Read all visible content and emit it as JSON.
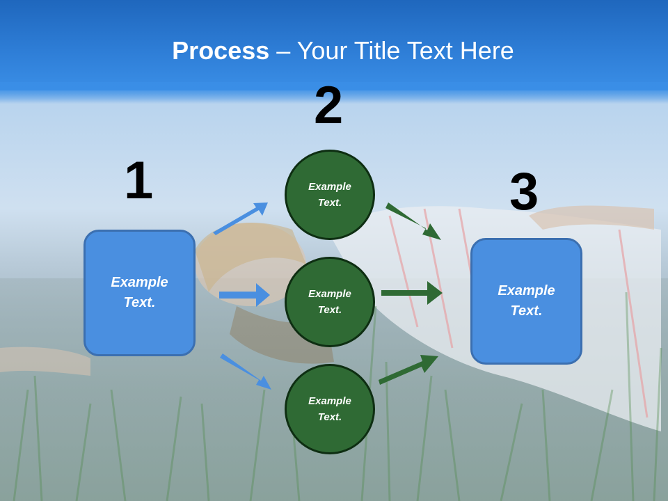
{
  "title": {
    "bold": "Process",
    "rest": " – Your Title Text Here"
  },
  "steps": {
    "one": "1",
    "two": "2",
    "three": "3"
  },
  "boxes": {
    "left": {
      "line1": "Example",
      "line2": "Text."
    },
    "right": {
      "line1": "Example",
      "line2": "Text."
    }
  },
  "circles": [
    {
      "line1": "Example",
      "line2": "Text."
    },
    {
      "line1": "Example",
      "line2": "Text."
    },
    {
      "line1": "Example",
      "line2": "Text."
    }
  ],
  "colors": {
    "header": "#2f7fd8",
    "box": "#4a8fe0",
    "circle": "#2f6a34",
    "blue_arrow": "#4a8fe0",
    "green_arrow": "#2f6a34"
  }
}
